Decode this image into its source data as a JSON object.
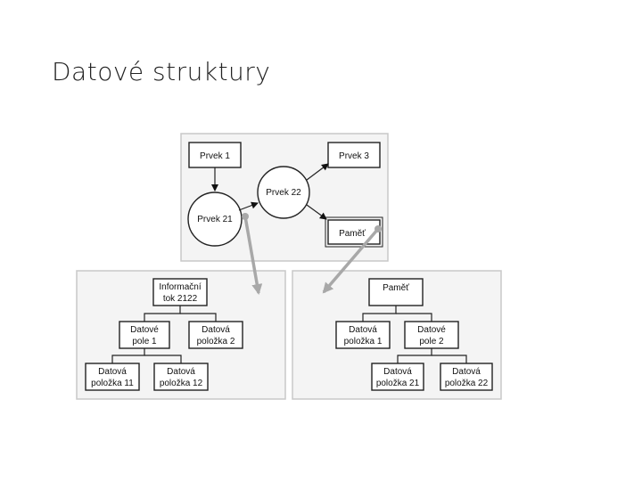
{
  "slide": {
    "title": "Datové struktury"
  },
  "top_diagram": {
    "prvek1": "Prvek 1",
    "prvek3": "Prvek 3",
    "prvek21": "Prvek 21",
    "prvek22": "Prvek 22",
    "pamet": "Paměť"
  },
  "left_tree": {
    "root": [
      "Informační",
      "tok 2122"
    ],
    "pole1": [
      "Datové",
      "pole 1"
    ],
    "polozka2": [
      "Datová",
      "položka 2"
    ],
    "polozka11": [
      "Datová",
      "položka 11"
    ],
    "polozka12": [
      "Datová",
      "položka 12"
    ]
  },
  "right_tree": {
    "root": "Paměť",
    "polozka1": [
      "Datová",
      "položka 1"
    ],
    "pole2": [
      "Datové",
      "pole 2"
    ],
    "polozka21": [
      "Datová",
      "položka 21"
    ],
    "polozka22": [
      "Datová",
      "položka 22"
    ]
  },
  "colors": {
    "panel_bg": "#f4f4f4",
    "connector": "#a8a8a8",
    "stroke": "#222222"
  }
}
